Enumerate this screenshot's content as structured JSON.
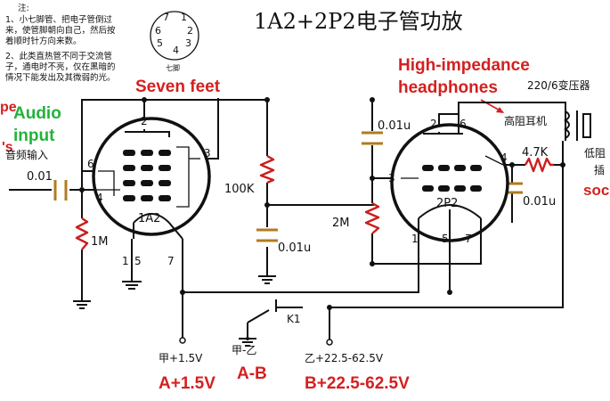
{
  "title": "1A2+2P2电子管功放",
  "notes": {
    "heading": "注:",
    "line1": "1、小七脚管、把电子管倒过",
    "line2": "来，使管脚朝向自己，然后按",
    "line3": "着顺时针方向来数。",
    "line4": "2、此类直热管不同于交流管",
    "line5": "子，通电时不亮，仅在黑暗的",
    "line6": "情况下能发出及其微弱的光。"
  },
  "pinout": {
    "label": "七脚",
    "pins": [
      "7",
      "1",
      "6",
      "2",
      "5",
      "3",
      "4"
    ]
  },
  "labels": {
    "seven_feet": "Seven feet",
    "audio_input_line1": "Audio",
    "audio_input_line2": "input",
    "audio_input_cn": "音频输入",
    "left_clip1": "pe",
    "left_clip2": "'s",
    "headphones_line1": "High-impedance",
    "headphones_line2": "headphones",
    "transformer": "220/6变压器",
    "hi_z_headphone_cn": "高阻耳机",
    "low_z_cn1": "低阻",
    "low_z_cn2": "插",
    "socket_clip": "soc",
    "a_supply_cn": "甲+1.5V",
    "a_supply": "A+1.5V",
    "ab_cn": "甲-乙",
    "ab": "A-B",
    "b_supply_cn": "乙+22.5-62.5V",
    "b_supply": "B+22.5-62.5V",
    "switch": "K1"
  },
  "components": {
    "c_in": "0.01",
    "r_grid": "1M",
    "r_load": "100K",
    "c_decouple": "0.01u",
    "c_couple": "0.01u",
    "r_grid2": "2M",
    "r_screen": "4.7K",
    "c_bypass": "0.01u",
    "tube1": "1A2",
    "tube2": "2P2"
  },
  "tube1_pins": {
    "p2": "2",
    "p3": "3",
    "p4": "4",
    "p6": "6",
    "p1": "1",
    "p5": "5",
    "p7": "7"
  },
  "tube2_pins": {
    "p2": "2",
    "p6": "6",
    "p3": "3",
    "p4": "4",
    "p1": "1",
    "p5": "5",
    "p7": "7"
  }
}
